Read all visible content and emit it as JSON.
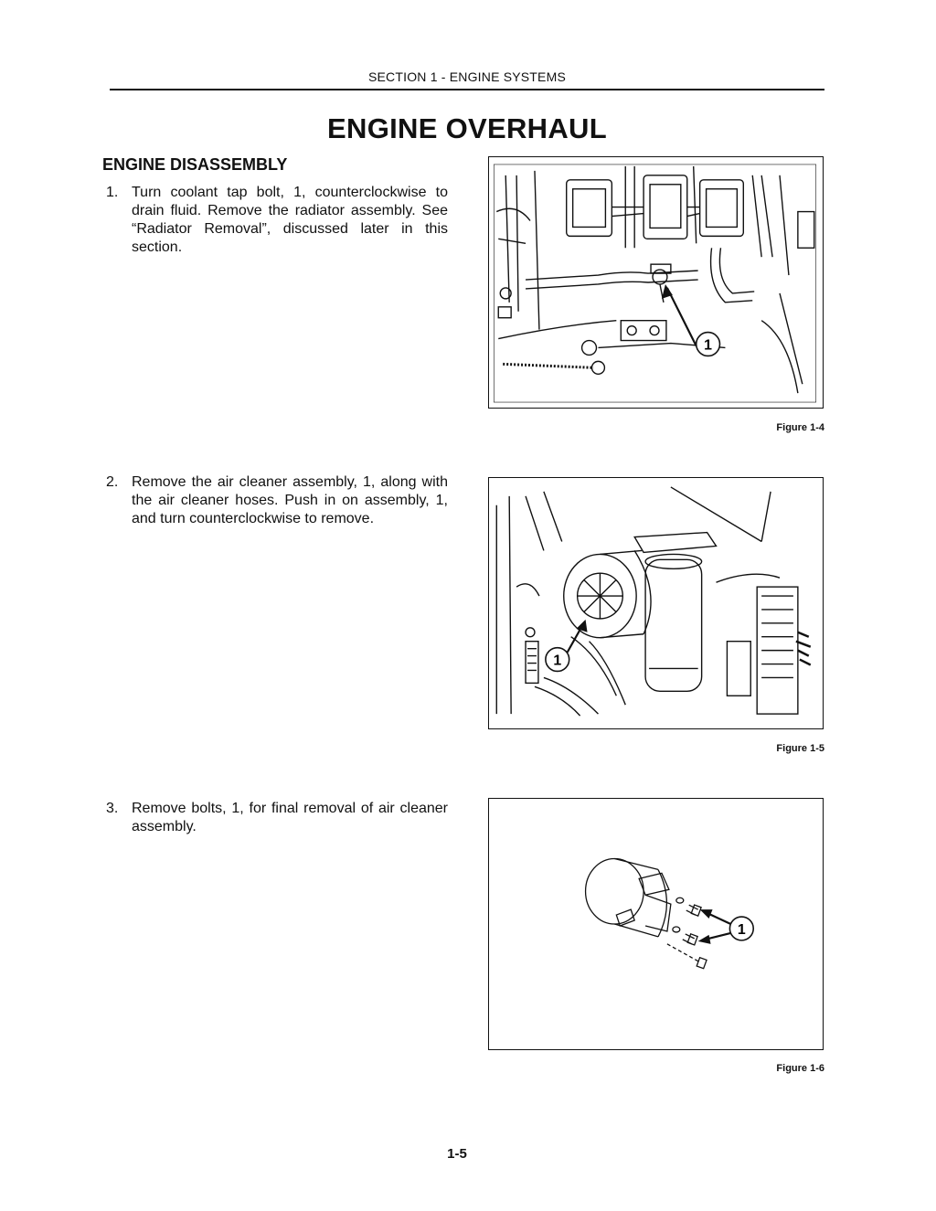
{
  "header": {
    "section": "SECTION 1 - ENGINE SYSTEMS"
  },
  "title": "ENGINE OVERHAUL",
  "heading": "ENGINE DISASSEMBLY",
  "steps": [
    {
      "number": "1.",
      "text": "Turn coolant tap bolt, 1, counterclockwise to drain fluid. Remove the radiator assembly. See “Radiator Removal”, discussed later in this section."
    },
    {
      "number": "2.",
      "text": "Remove the air cleaner assembly, 1, along with the air cleaner hoses. Push in on assembly, 1, and turn counterclockwise to remove."
    },
    {
      "number": "3.",
      "text": "Remove bolts, 1, for final removal of air cleaner assembly."
    }
  ],
  "figures": [
    {
      "caption": "Figure 1-4",
      "callout": "1",
      "content": "line drawing of engine coolant tap bolt area"
    },
    {
      "caption": "Figure 1-5",
      "callout": "1",
      "content": "line drawing of air cleaner assembly mounted on engine"
    },
    {
      "caption": "Figure 1-6",
      "callout": "1",
      "content": "line drawing of air cleaner housing with mounting bolts"
    }
  ],
  "footer": {
    "page": "1-5"
  }
}
